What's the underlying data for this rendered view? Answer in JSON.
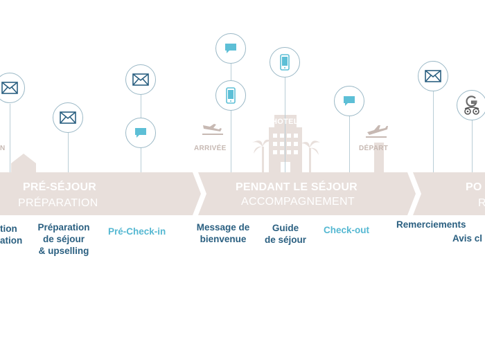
{
  "colors": {
    "band": "#e8dfdb",
    "icon_stroke": "#2a5f80",
    "chat_fill": "#5dbfd6",
    "dark_label": "#2a5f80",
    "light_label": "#55b8d2",
    "context": "#c7b9b3"
  },
  "phases": [
    {
      "title": "PRÉ-SÉJOUR",
      "subtitle": "PRÉPARATION"
    },
    {
      "title": "PENDANT LE SÉJOUR",
      "subtitle": "ACCOMPAGNEMENT"
    },
    {
      "title": "PO",
      "subtitle": "R"
    }
  ],
  "context": {
    "left_fragment": "N",
    "arrivee": "ARRIVÉE",
    "hotel": "HOTEL",
    "depart": "DÉPART"
  },
  "labels": {
    "left_line1": "tion",
    "left_line2": "ation",
    "preparation_line1": "Préparation",
    "preparation_line2": "de séjour",
    "preparation_line3": "& upselling",
    "precheckin": "Pré-Check-in",
    "message_line1": "Message de",
    "message_line2": "bienvenue",
    "guide_line1": "Guide",
    "guide_line2": "de séjour",
    "checkout": "Check-out",
    "remerciements": "Remerciements",
    "avis": "Avis cl"
  },
  "icons": [
    "envelope-icon",
    "envelope-icon",
    "envelope-icon",
    "chat-bubble-icon",
    "chat-bubble-icon",
    "smartphone-icon",
    "smartphone-icon",
    "chat-bubble-icon",
    "envelope-icon",
    "google-tripadvisor-icon"
  ]
}
